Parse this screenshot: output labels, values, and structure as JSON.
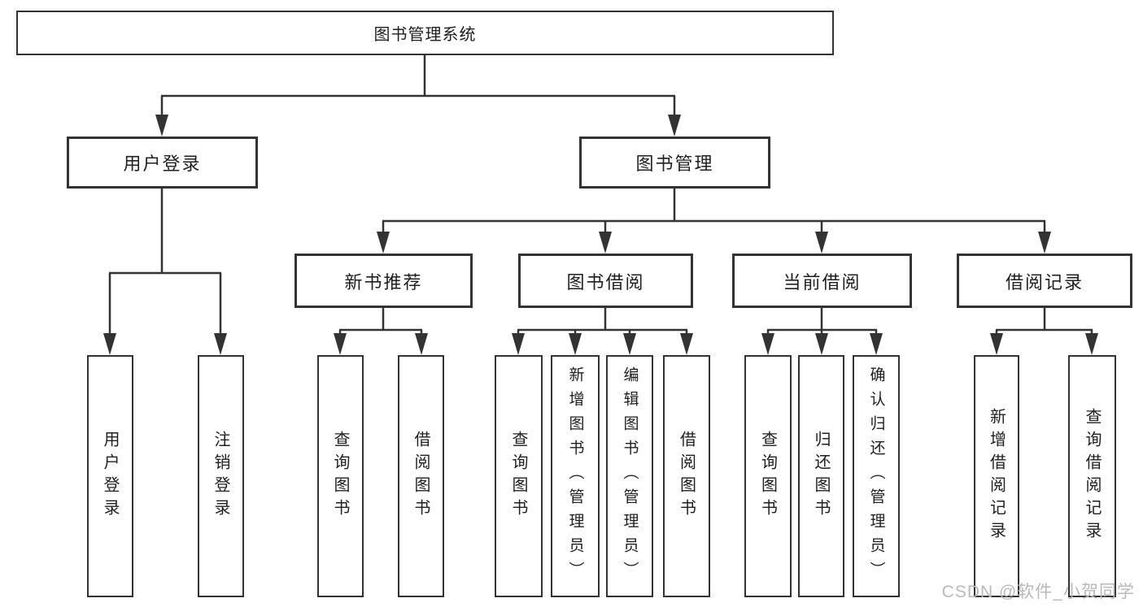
{
  "colors": {
    "line": "#333333",
    "text": "#1f1f1f",
    "background": "#ffffff",
    "watermark": "#b9b9b9"
  },
  "watermark": {
    "text": "CSDN @软件_小贺同学"
  },
  "nodes": {
    "root": "图书管理系统",
    "level2": {
      "login": "用户登录",
      "management": "图书管理"
    },
    "level3": {
      "new_books": "新书推荐",
      "book_borrow": "图书借阅",
      "current_borrow": "当前借阅",
      "borrow_records": "借阅记录"
    },
    "leaves": {
      "login": [
        "用户登录",
        "注销登录"
      ],
      "new_books": [
        "查询图书",
        "借阅图书"
      ],
      "book_borrow": [
        "查询图书",
        "新增图书（管理员）",
        "编辑图书（管理员）",
        "借阅图书"
      ],
      "current_borrow": [
        "查询图书",
        "归还图书",
        "确认归还（管理员）"
      ],
      "borrow_records": [
        "新增借阅记录",
        "查询借阅记录"
      ]
    }
  }
}
